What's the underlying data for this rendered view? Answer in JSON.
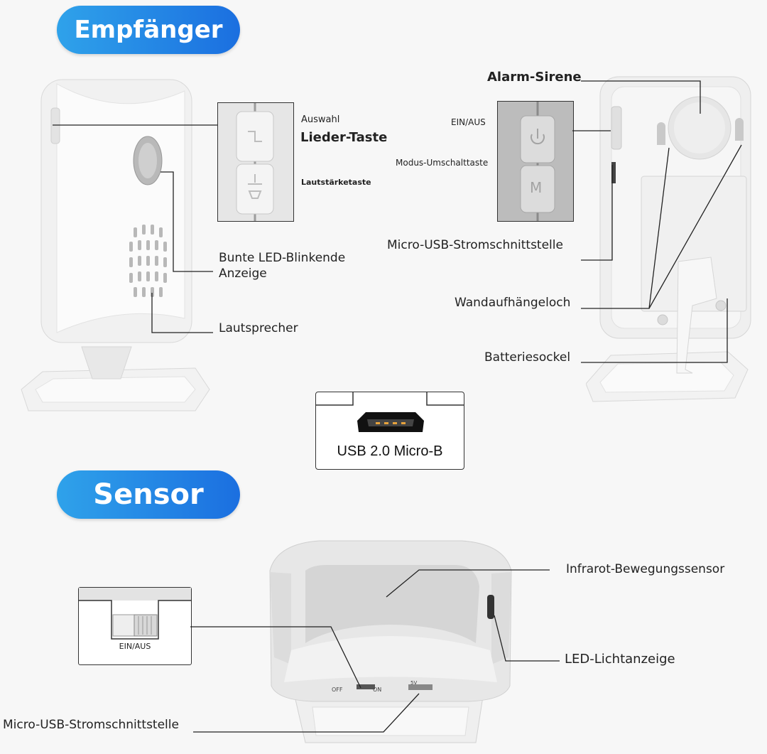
{
  "receiver": {
    "heading": "Empfänger",
    "labels": {
      "select": "Auswahl",
      "song_button": "Lieder-Taste",
      "volume": "Lautstärketaste",
      "led": "Bunte LED-Blinkende\nAnzeige",
      "speaker": "Lautsprecher",
      "alarm": "Alarm-Sirene",
      "on_off": "EIN/AUS",
      "mode": "Modus-Umschalttaste",
      "usb": "Micro-USB-Stromschnittstelle",
      "wall_hole": "Wandaufhängeloch",
      "battery": "Batteriesockel"
    },
    "button_glyphs": {
      "m": "M"
    }
  },
  "usb_box": {
    "label": "USB 2.0 Micro-B"
  },
  "sensor": {
    "heading": "Sensor",
    "labels": {
      "infrared": "Infrarot-Bewegungssensor",
      "led": "LED-Lichtanzeige",
      "on_off": "EIN/AUS",
      "usb": "Micro-USB-Stromschnittstelle"
    },
    "device_print": {
      "off": "OFF",
      "on": "ON",
      "five_v": "5V"
    }
  },
  "colors": {
    "pill_start": "#2fa2ea",
    "pill_end": "#1b6fe0",
    "device": "#ececec",
    "line": "#222222"
  }
}
